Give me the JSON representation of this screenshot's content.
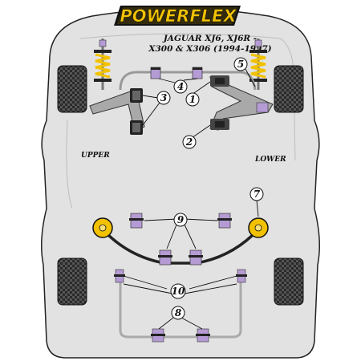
{
  "brand": {
    "name": "POWERFLEX",
    "accent": "#f2c200",
    "bushing_color": "#b59bd4"
  },
  "vehicle": {
    "line1": "JAGUAR XJ6, XJ6R -",
    "line2": "X300 & X306 (1994-1997)"
  },
  "labels": {
    "upper": "UPPER",
    "lower": "LOWER"
  },
  "callouts": [
    {
      "number": "1"
    },
    {
      "number": "2"
    },
    {
      "number": "3"
    },
    {
      "number": "4"
    },
    {
      "number": "5"
    },
    {
      "number": "7"
    },
    {
      "number": "8"
    },
    {
      "number": "9"
    },
    {
      "number": "10"
    }
  ]
}
